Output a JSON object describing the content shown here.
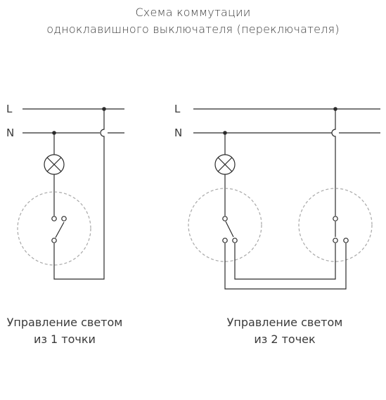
{
  "title": {
    "line1": "Схема коммутации",
    "line2": "одноклавишного выключателя (переключателя)"
  },
  "bus_labels": {
    "phase": "L",
    "neutral": "N"
  },
  "captions": {
    "one_point": {
      "line1": "Управление светом",
      "line2": "из 1 точки"
    },
    "two_points": {
      "line1": "Управление светом",
      "line2": "из 2 точек"
    }
  },
  "colors": {
    "wire": "#2b2b2b",
    "dashed": "#a8a8a8",
    "text": "#3a3a3a"
  }
}
